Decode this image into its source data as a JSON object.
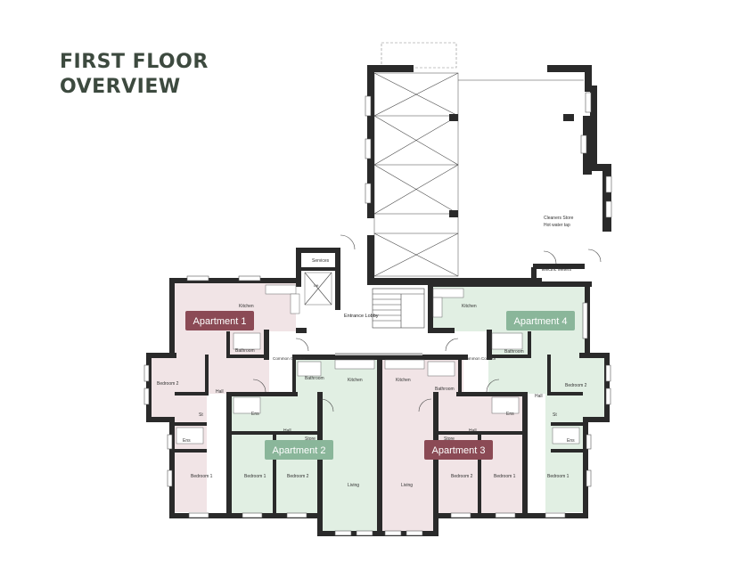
{
  "title_line1": "FIRST FLOOR",
  "title_line2": "OVERVIEW",
  "colors": {
    "title": "#3d4a3f",
    "apartment_red": "#8b4a55",
    "apartment_green": "#8ab69a",
    "room_red_fill": "#f1e4e6",
    "room_green_fill": "#e1efe3",
    "wall": "#2a2a2a"
  },
  "apartments": {
    "apt1": "Apartment 1",
    "apt2": "Apartment 2",
    "apt3": "Apartment 3",
    "apt4": "Apartment 4"
  },
  "rooms": {
    "kitchen_1": "Kitchen",
    "bathroom_1": "Bathroom",
    "bedroom2_1": "Bedroom 2",
    "hall_1": "Hall",
    "st_1": "St",
    "ens_1": "Ens",
    "bedroom1_1": "Bedroom 1",
    "common_corridor_left": "Common Corridor",
    "bathroom_2": "Bathroom",
    "kitchen_2": "Kitchen",
    "ens_2": "Ens",
    "hall_2": "Hall",
    "store_2": "Store",
    "bedroom1_2": "Bedroom 1",
    "bedroom2_2": "Bedroom 2",
    "living_2": "Living",
    "kitchen_3": "Kitchen",
    "bathroom_3": "Bathroom",
    "hall_3": "Hall",
    "store_3": "Store",
    "ens_3": "Ens",
    "bedroom2_3": "Bedroom 2",
    "bedroom1_3": "Bedroom 1",
    "living_3": "Living",
    "kitchen_4": "Kitchen",
    "bathroom_4": "Bathroom",
    "common_corridor_right": "Common Corridor",
    "bedroom2_4": "Bedroom 2",
    "hall_4": "Hall",
    "st_4": "St",
    "ens_4": "Ens",
    "bedroom1_4": "Bedroom 1",
    "entrance_lobby": "Entrance Lobby",
    "services": "Services",
    "lift": "Lift",
    "cleaners_store": "Cleaners Store",
    "hot_water_tap": "Hot water tap",
    "electric_meters": "Electric Meters"
  }
}
